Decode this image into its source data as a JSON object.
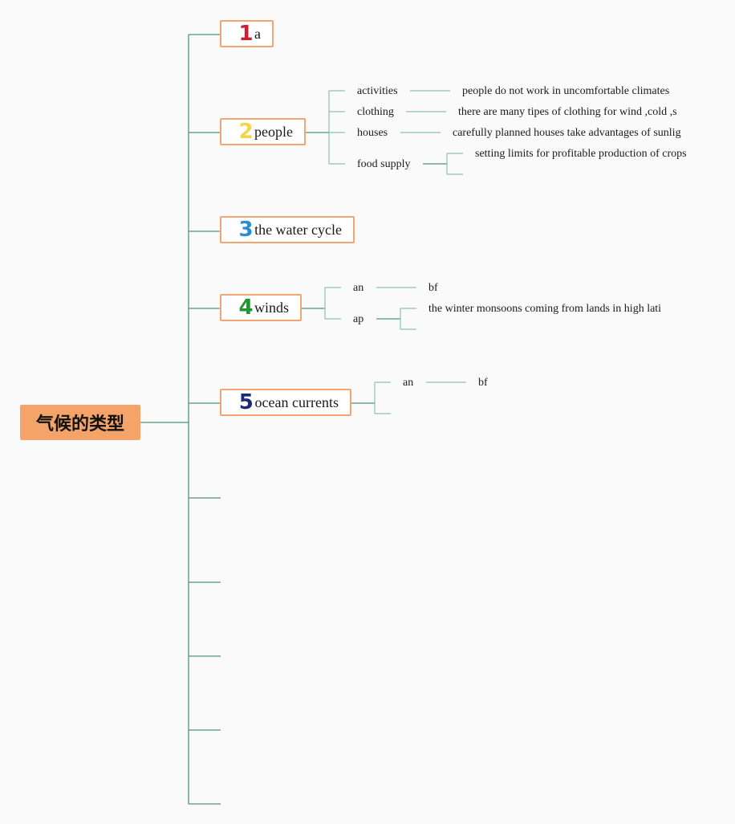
{
  "root": {
    "label": "气候的类型"
  },
  "topics": [
    {
      "number": "1",
      "number_color": "#cc1f30",
      "label": "a"
    },
    {
      "number": "2",
      "number_color": "#f2d54a",
      "label": "people"
    },
    {
      "number": "3",
      "number_color": "#2a8fd0",
      "label": "the water cycle"
    },
    {
      "number": "4",
      "number_color": "#1a9a2e",
      "label": "winds"
    },
    {
      "number": "5",
      "number_color": "#1d2a78",
      "label": "ocean currents"
    }
  ],
  "people": {
    "activities": "activities",
    "activities_note": "people do not work in uncomfortable climates",
    "clothing": "clothing",
    "clothing_note": "there are many tipes of clothing for wind ,cold ,s",
    "houses": "houses",
    "houses_note": "carefully planned houses take advantages of sunlig",
    "food_supply": "food supply",
    "food_supply_note": "setting limits for profitable production of crops"
  },
  "winds": {
    "an": "an",
    "an_note": "bf",
    "ap": "ap",
    "ap_note": "the winter monsoons coming from lands in high lati"
  },
  "ocean_currents": {
    "an": "an",
    "an_note": "bf"
  },
  "colors": {
    "line": "#4e9378",
    "root_fill": "#f4a469",
    "topic_border": "#f1a572"
  }
}
